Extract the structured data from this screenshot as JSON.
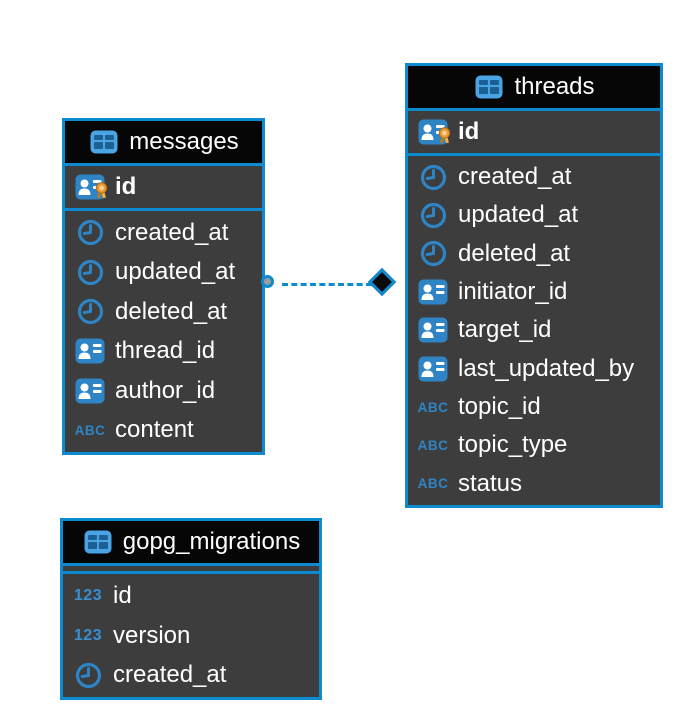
{
  "colors": {
    "border_blue": "#0e8bd0",
    "header_bg": "#060606",
    "row_bg": "#3d3d3d",
    "text": "#ffffff",
    "icon_blue": "#2f84c5",
    "pk_badge_orange": "#ea9a31",
    "endpoint_circle_gray": "#9e9e9e",
    "endpoint_diamond_black": "#0a0a0a"
  },
  "icon_glyphs": {
    "abc": "ABC",
    "num": "123"
  },
  "tables": [
    {
      "id": "messages",
      "title": "messages",
      "pk_fields": [
        {
          "name": "id",
          "icon": "id-card-key"
        }
      ],
      "fields": [
        {
          "name": "created_at",
          "icon": "clock"
        },
        {
          "name": "updated_at",
          "icon": "clock"
        },
        {
          "name": "deleted_at",
          "icon": "clock"
        },
        {
          "name": "thread_id",
          "icon": "id-card"
        },
        {
          "name": "author_id",
          "icon": "id-card"
        },
        {
          "name": "content",
          "icon": "abc"
        }
      ]
    },
    {
      "id": "threads",
      "title": "threads",
      "pk_fields": [
        {
          "name": "id",
          "icon": "id-card-key"
        }
      ],
      "fields": [
        {
          "name": "created_at",
          "icon": "clock"
        },
        {
          "name": "updated_at",
          "icon": "clock"
        },
        {
          "name": "deleted_at",
          "icon": "clock"
        },
        {
          "name": "initiator_id",
          "icon": "id-card"
        },
        {
          "name": "target_id",
          "icon": "id-card"
        },
        {
          "name": "last_updated_by",
          "icon": "id-card"
        },
        {
          "name": "topic_id",
          "icon": "abc"
        },
        {
          "name": "topic_type",
          "icon": "abc"
        },
        {
          "name": "status",
          "icon": "abc"
        }
      ]
    },
    {
      "id": "gopg_migrations",
      "title": "gopg_migrations",
      "pk_fields": [],
      "fields": [
        {
          "name": "id",
          "icon": "num"
        },
        {
          "name": "version",
          "icon": "num"
        },
        {
          "name": "created_at",
          "icon": "clock"
        }
      ]
    }
  ],
  "relationship": {
    "from_table": "messages",
    "to_table": "threads",
    "line_style": "dashed",
    "from_marker": "circle",
    "to_marker": "diamond"
  }
}
